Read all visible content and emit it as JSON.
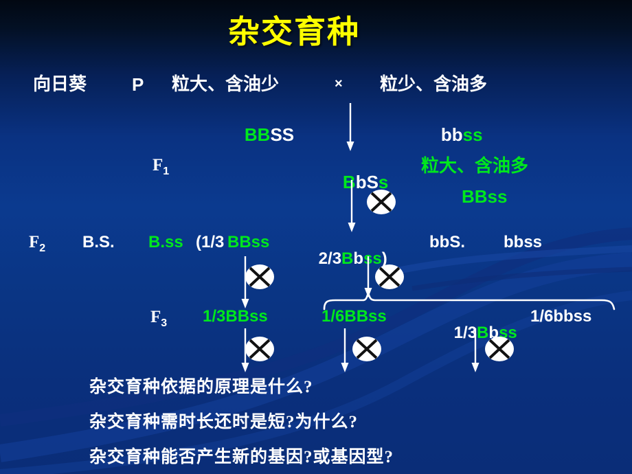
{
  "slide": {
    "title": "杂交育种",
    "background_color": "#0a3282",
    "title_color": "#ffff00",
    "text_color": "#ffffff",
    "accent_color": "#00e81d"
  },
  "parental_row": {
    "organism": "向日葵",
    "generation": "P",
    "parent1_phenotype": "粒大、含油少",
    "cross_symbol": "×",
    "parent2_phenotype": "粒少、含油多",
    "parent1_genotype_dominant": "BB",
    "parent1_genotype_recessive": "SS",
    "parent2_genotype_dominant": "bb",
    "parent2_genotype_recessive": "ss"
  },
  "f1_row": {
    "generation": "F",
    "generation_sub": "1",
    "genotype_parts": [
      "B",
      "b",
      "S",
      "s"
    ],
    "target_phenotype": "粒大、含油多",
    "target_genotype": "BBss"
  },
  "f2_row": {
    "generation": "F",
    "generation_sub": "2",
    "items": [
      "B.S.",
      "B.ss",
      "(1/3",
      "BBss",
      "2/3",
      "B",
      "b",
      "ss",
      ")",
      "bbS.",
      "bbss"
    ],
    "label_b_s": "B",
    "label_b_s_dot": "‚",
    "full_text": "F2  B_S_   B_ss (1/3BBss  2/3Bbss)  bbS_  bbss"
  },
  "f3_row": {
    "generation": "F",
    "generation_sub": "3",
    "item1": "1/3BBss",
    "item2": "1/6BBss",
    "item3_frac": "1/3",
    "item3_B": "B",
    "item3_b": "b",
    "item3_ss": "ss",
    "item4": "1/6bbss",
    "full_text": "F3  1/3BBss   1/6BBss   1/3Bbss   1/6bbss"
  },
  "questions": [
    "杂交育种依据的原理是什么?",
    "杂交育种需时长还时是短?为什么?",
    "杂交育种能否产生新的基因?或基因型?"
  ],
  "icons": {
    "self_cross": "self-cross-icon",
    "down_arrow": "down-arrow-icon",
    "brace": "brace-icon"
  }
}
